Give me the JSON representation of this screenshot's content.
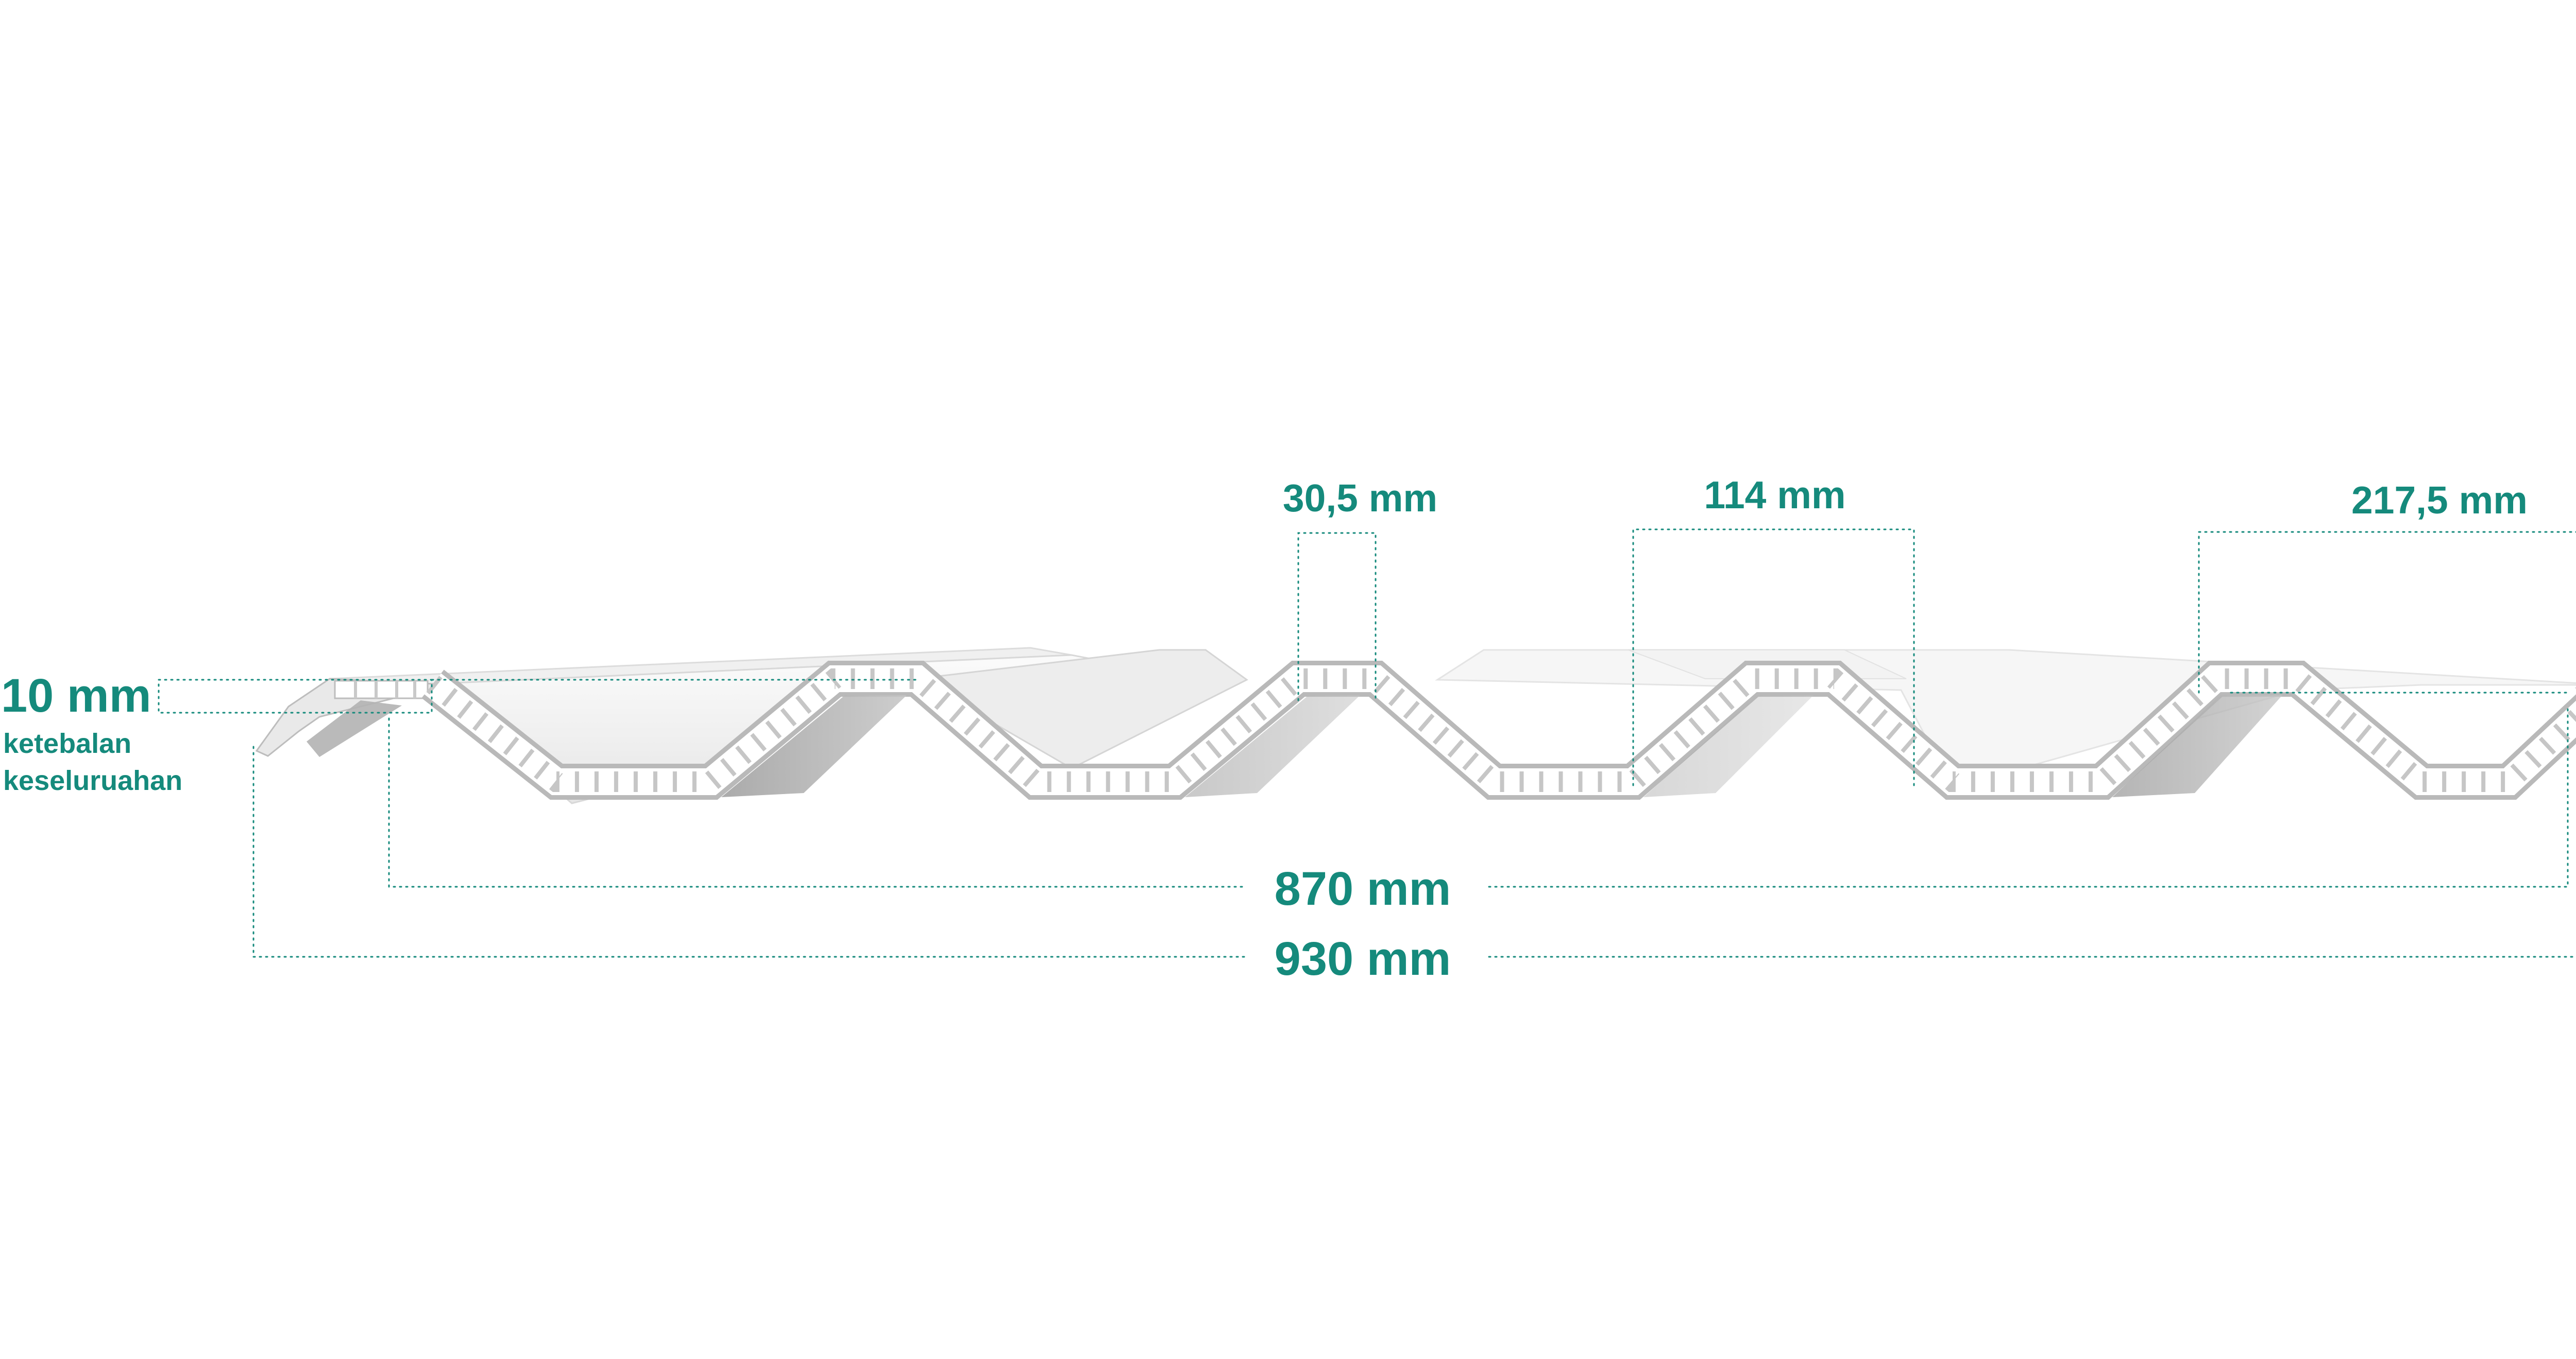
{
  "colors": {
    "accent": "#158a7c",
    "sheet_top": "#f1f1f1",
    "sheet_top_shade": "#e2e2e2",
    "sheet_side": "#a9a9a9",
    "sheet_side_dark": "#8a8a8a",
    "sheet_edge": "#ffffff",
    "sheet_outline": "#c7c7c7",
    "flute_cell": "#d2d2d2",
    "background": "#ffffff"
  },
  "dimensions": {
    "thickness_value": "10 mm",
    "thickness_caption_line1": "ketebalan",
    "thickness_caption_line2": "keseluruahan",
    "crest_width": "30,5 mm",
    "trough_width": "114 mm",
    "pitch": "217,5 mm",
    "effective_width": "870 mm",
    "total_width": "930 mm"
  }
}
